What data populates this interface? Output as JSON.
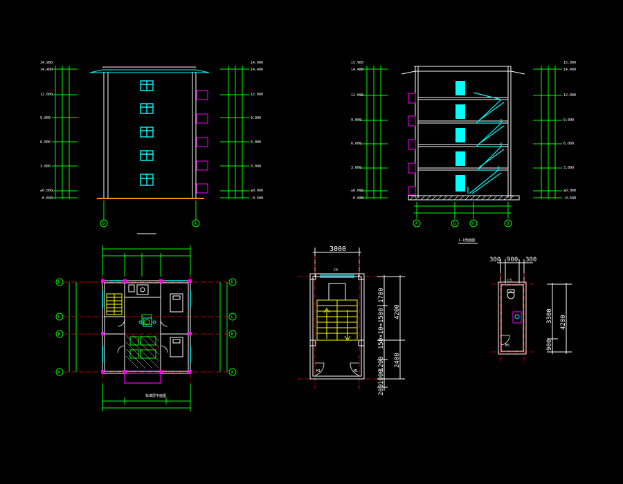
{
  "colors": {
    "background": "#000000",
    "wall": "#ffffff",
    "dimension": "#00ff00",
    "window": "#00ffff",
    "axis": "#ff0000",
    "balcony": "#ff00ff",
    "stair": "#ffff00",
    "ground": "#ff8c00"
  },
  "elevation": {
    "axis_left": "D",
    "axis_right": "A",
    "levels": [
      "14.900",
      "14.400",
      "12.000",
      "9.000",
      "6.000",
      "3.000",
      "±0.000",
      "-0.600"
    ]
  },
  "section": {
    "title": "1-1剖面图",
    "axes": [
      "A",
      "B",
      "C",
      "D"
    ],
    "levels": [
      "15.900",
      "14.400",
      "12.000",
      "9.000",
      "6.000",
      "3.000",
      "±0.000",
      "-0.600"
    ]
  },
  "plan": {
    "title": "标准层平面图",
    "axes_rows": [
      "D",
      "C",
      "B",
      "A"
    ]
  },
  "stair_detail": {
    "top_dim": "3000",
    "label": "C4",
    "dims_right": [
      "1700",
      "150×10=1500",
      "1200",
      "1000",
      "200"
    ],
    "dim_total": "4200",
    "dim_sub": "2400",
    "doors": [
      "M1",
      "M1"
    ]
  },
  "toilet_detail": {
    "top_dims": [
      "300",
      "900",
      "300"
    ],
    "dim_upper": "3300",
    "dim_lower": "900",
    "dim_total": "4200",
    "label_top": "C3",
    "label_door": "M5"
  }
}
